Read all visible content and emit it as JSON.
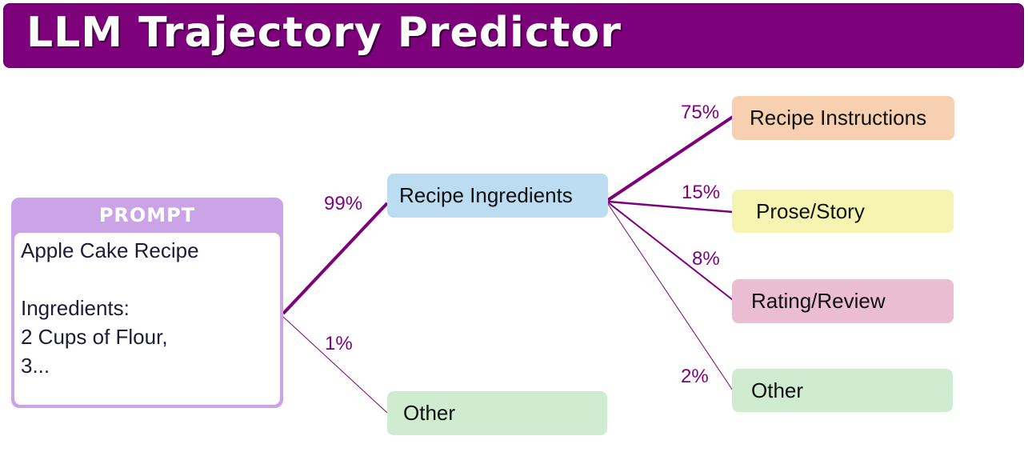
{
  "title": "LLM Trajectory Predictor",
  "prompt": {
    "header": "PROMPT",
    "lines": [
      "Apple Cake Recipe",
      "",
      "Ingredients:",
      "2 Cups of Flour,",
      "3..."
    ]
  },
  "nodes": {
    "recipe_ingredients": {
      "label": "Recipe Ingredients",
      "color": "#bcdcf2"
    },
    "other_level1": {
      "label": "Other",
      "color": "#d0ecd0"
    },
    "recipe_instructions": {
      "label": "Recipe Instructions",
      "color": "#f7d0b2"
    },
    "prose_story": {
      "label": "Prose/Story",
      "color": "#f5f4b0"
    },
    "rating_review": {
      "label": "Rating/Review",
      "color": "#ebbdd3"
    },
    "other_level2": {
      "label": "Other",
      "color": "#d0ecd0"
    }
  },
  "edges": {
    "prompt_to_ingredients": {
      "label": "99%",
      "probability": 0.99
    },
    "prompt_to_other": {
      "label": "1%",
      "probability": 0.01
    },
    "ingredients_to_instructions": {
      "label": "75%",
      "probability": 0.75
    },
    "ingredients_to_prose": {
      "label": "15%",
      "probability": 0.15
    },
    "ingredients_to_rating": {
      "label": "8%",
      "probability": 0.08
    },
    "ingredients_to_other": {
      "label": "2%",
      "probability": 0.02
    }
  },
  "colors": {
    "accent": "#7c017b",
    "prompt_frame": "#cba4e8"
  }
}
